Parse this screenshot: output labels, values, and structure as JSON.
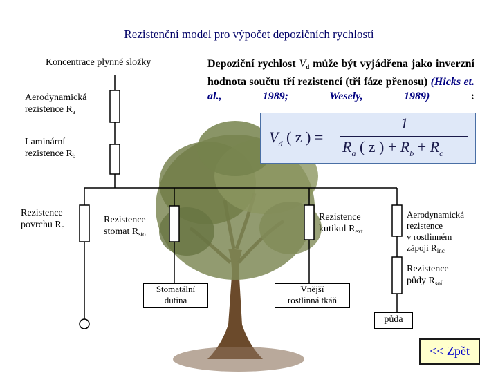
{
  "title": "Rezistenční model pro výpočet depozičních rychlostí",
  "labels": {
    "koncentrace": "Koncentrace plynné složky",
    "aero_line1": "Aerodynamická",
    "aero_line2": "rezistence  R",
    "aero_sub": "a",
    "lam_line1": "Laminární",
    "lam_line2": "rezistence R",
    "lam_sub": "b",
    "povrch_line1": "Rezistence",
    "povrch_line2": "povrchu R",
    "povrch_sub": "c",
    "stomat_line1": "Rezistence",
    "stomat_line2": "stomat   R",
    "stomat_sub": "sto",
    "kutikul_line1": "Rezistence",
    "kutikul_line2": "kutikul   R",
    "kutikul_sub": "ext",
    "aero_rost_line1": "Aerodynamická",
    "aero_rost_line2": "rezistence",
    "aero_rost_line3": "v rostlinném",
    "aero_rost_line4": "zápoji   R",
    "aero_rost_sub": "inc",
    "pudy_line1": "Rezistence",
    "pudy_line2": "půdy R",
    "pudy_sub": "soil",
    "stomatalni_line1": "Stomatální",
    "stomatalni_line2": "dutina",
    "vnejsi_line1": "Vnější",
    "vnejsi_line2": "rostlinná tkáň",
    "puda": "půda"
  },
  "description": {
    "part1": "Depoziční rychlost ",
    "vd": "V",
    "vd_sub": "d",
    "part2": " může být vyjádřena jako inverzní hodnota součtu tří rezistencí (tři fáze přenosu) ",
    "ref": "(Hicks et. al., 1989; Wesely, 1989)",
    "part3": " :"
  },
  "formula": {
    "lhs": "V",
    "lhs_sub": "d",
    "lhs_arg": "( z ) =",
    "numerator": "1",
    "den_ra": "R",
    "den_ra_sub": "a",
    "den_ra_arg": "( z ) +",
    "den_rb": "R",
    "den_rb_sub": "b",
    "den_plus": "+",
    "den_rc": "R",
    "den_rc_sub": "c"
  },
  "nav": {
    "back": "<< Zpět"
  }
}
